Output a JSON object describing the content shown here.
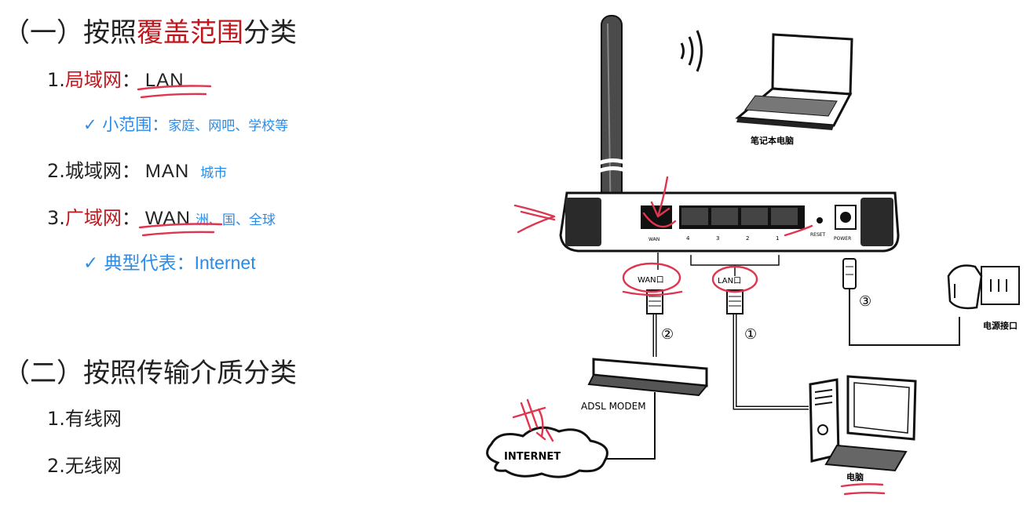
{
  "section1": {
    "heading": {
      "prefix": "（一）按照",
      "highlight": "覆盖范围",
      "suffix": "分类"
    },
    "items": [
      {
        "num": "1.",
        "name": "局域网",
        "colon": "：",
        "abbr": "LAN",
        "note": ""
      },
      {
        "num": "2.",
        "name": "城域网",
        "colon": "：",
        "abbr": "MAN",
        "note": "城市"
      },
      {
        "num": "3.",
        "name": "广域网",
        "colon": "：",
        "abbr": "WAN",
        "note": "洲、国、全球"
      }
    ],
    "lan_sub": {
      "label": "✓ 小范围：",
      "detail": "家庭、网吧、学校等"
    },
    "wan_sub": {
      "label": "✓ 典型代表：",
      "detail": "Internet"
    }
  },
  "section2": {
    "heading": "（二）按照传输介质分类",
    "items": [
      "1.有线网",
      "2.无线网"
    ]
  },
  "diagram": {
    "laptop_label": "笔记本电脑",
    "port_labels": [
      "WAN",
      "4",
      "3",
      "2",
      "1",
      "RESET",
      "POWER"
    ],
    "wan_tag": "WAN口",
    "lan_tag": "LAN口",
    "circled": [
      "①",
      "②",
      "③"
    ],
    "modem_label": "ADSL MODEM",
    "internet_label": "INTERNET",
    "pc_label": "电脑",
    "power_label": "电源接口",
    "accent_color": "#e0354f"
  }
}
